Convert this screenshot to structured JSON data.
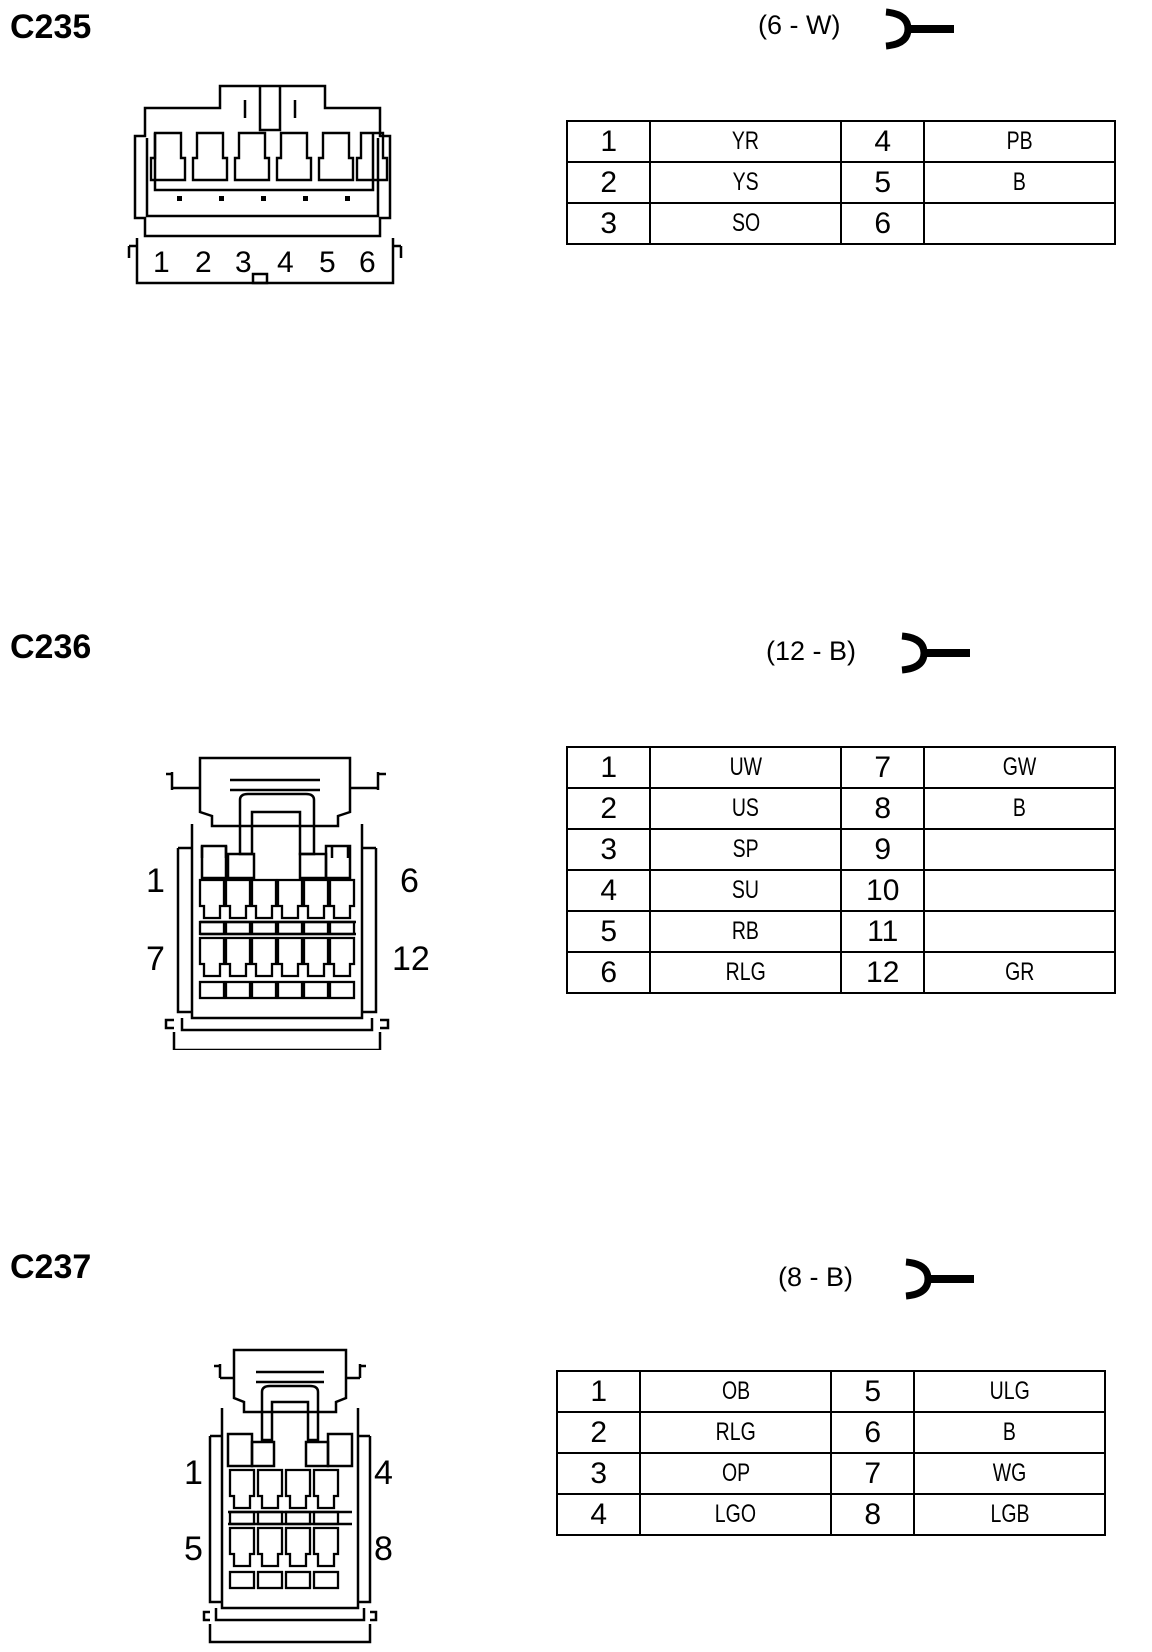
{
  "connectors": [
    {
      "id": "C235",
      "spec": "(6 - W)",
      "face_labels": [
        "1",
        "2",
        "3",
        "4",
        "5",
        "6"
      ],
      "rows": [
        [
          "1",
          "YR",
          "4",
          "PB"
        ],
        [
          "2",
          "YS",
          "5",
          "B"
        ],
        [
          "3",
          "SO",
          "6",
          ""
        ]
      ]
    },
    {
      "id": "C236",
      "spec": "(12 - B)",
      "face_labels": [
        "1",
        "6",
        "7",
        "12"
      ],
      "rows": [
        [
          "1",
          "UW",
          "7",
          "GW"
        ],
        [
          "2",
          "US",
          "8",
          "B"
        ],
        [
          "3",
          "SP",
          "9",
          ""
        ],
        [
          "4",
          "SU",
          "10",
          ""
        ],
        [
          "5",
          "RB",
          "11",
          ""
        ],
        [
          "6",
          "RLG",
          "12",
          "GR"
        ]
      ]
    },
    {
      "id": "C237",
      "spec": "(8 - B)",
      "face_labels": [
        "1",
        "4",
        "5",
        "8"
      ],
      "rows": [
        [
          "1",
          "OB",
          "5",
          "ULG"
        ],
        [
          "2",
          "RLG",
          "6",
          "B"
        ],
        [
          "3",
          "OP",
          "7",
          "WG"
        ],
        [
          "4",
          "LGO",
          "8",
          "LGB"
        ]
      ]
    }
  ]
}
